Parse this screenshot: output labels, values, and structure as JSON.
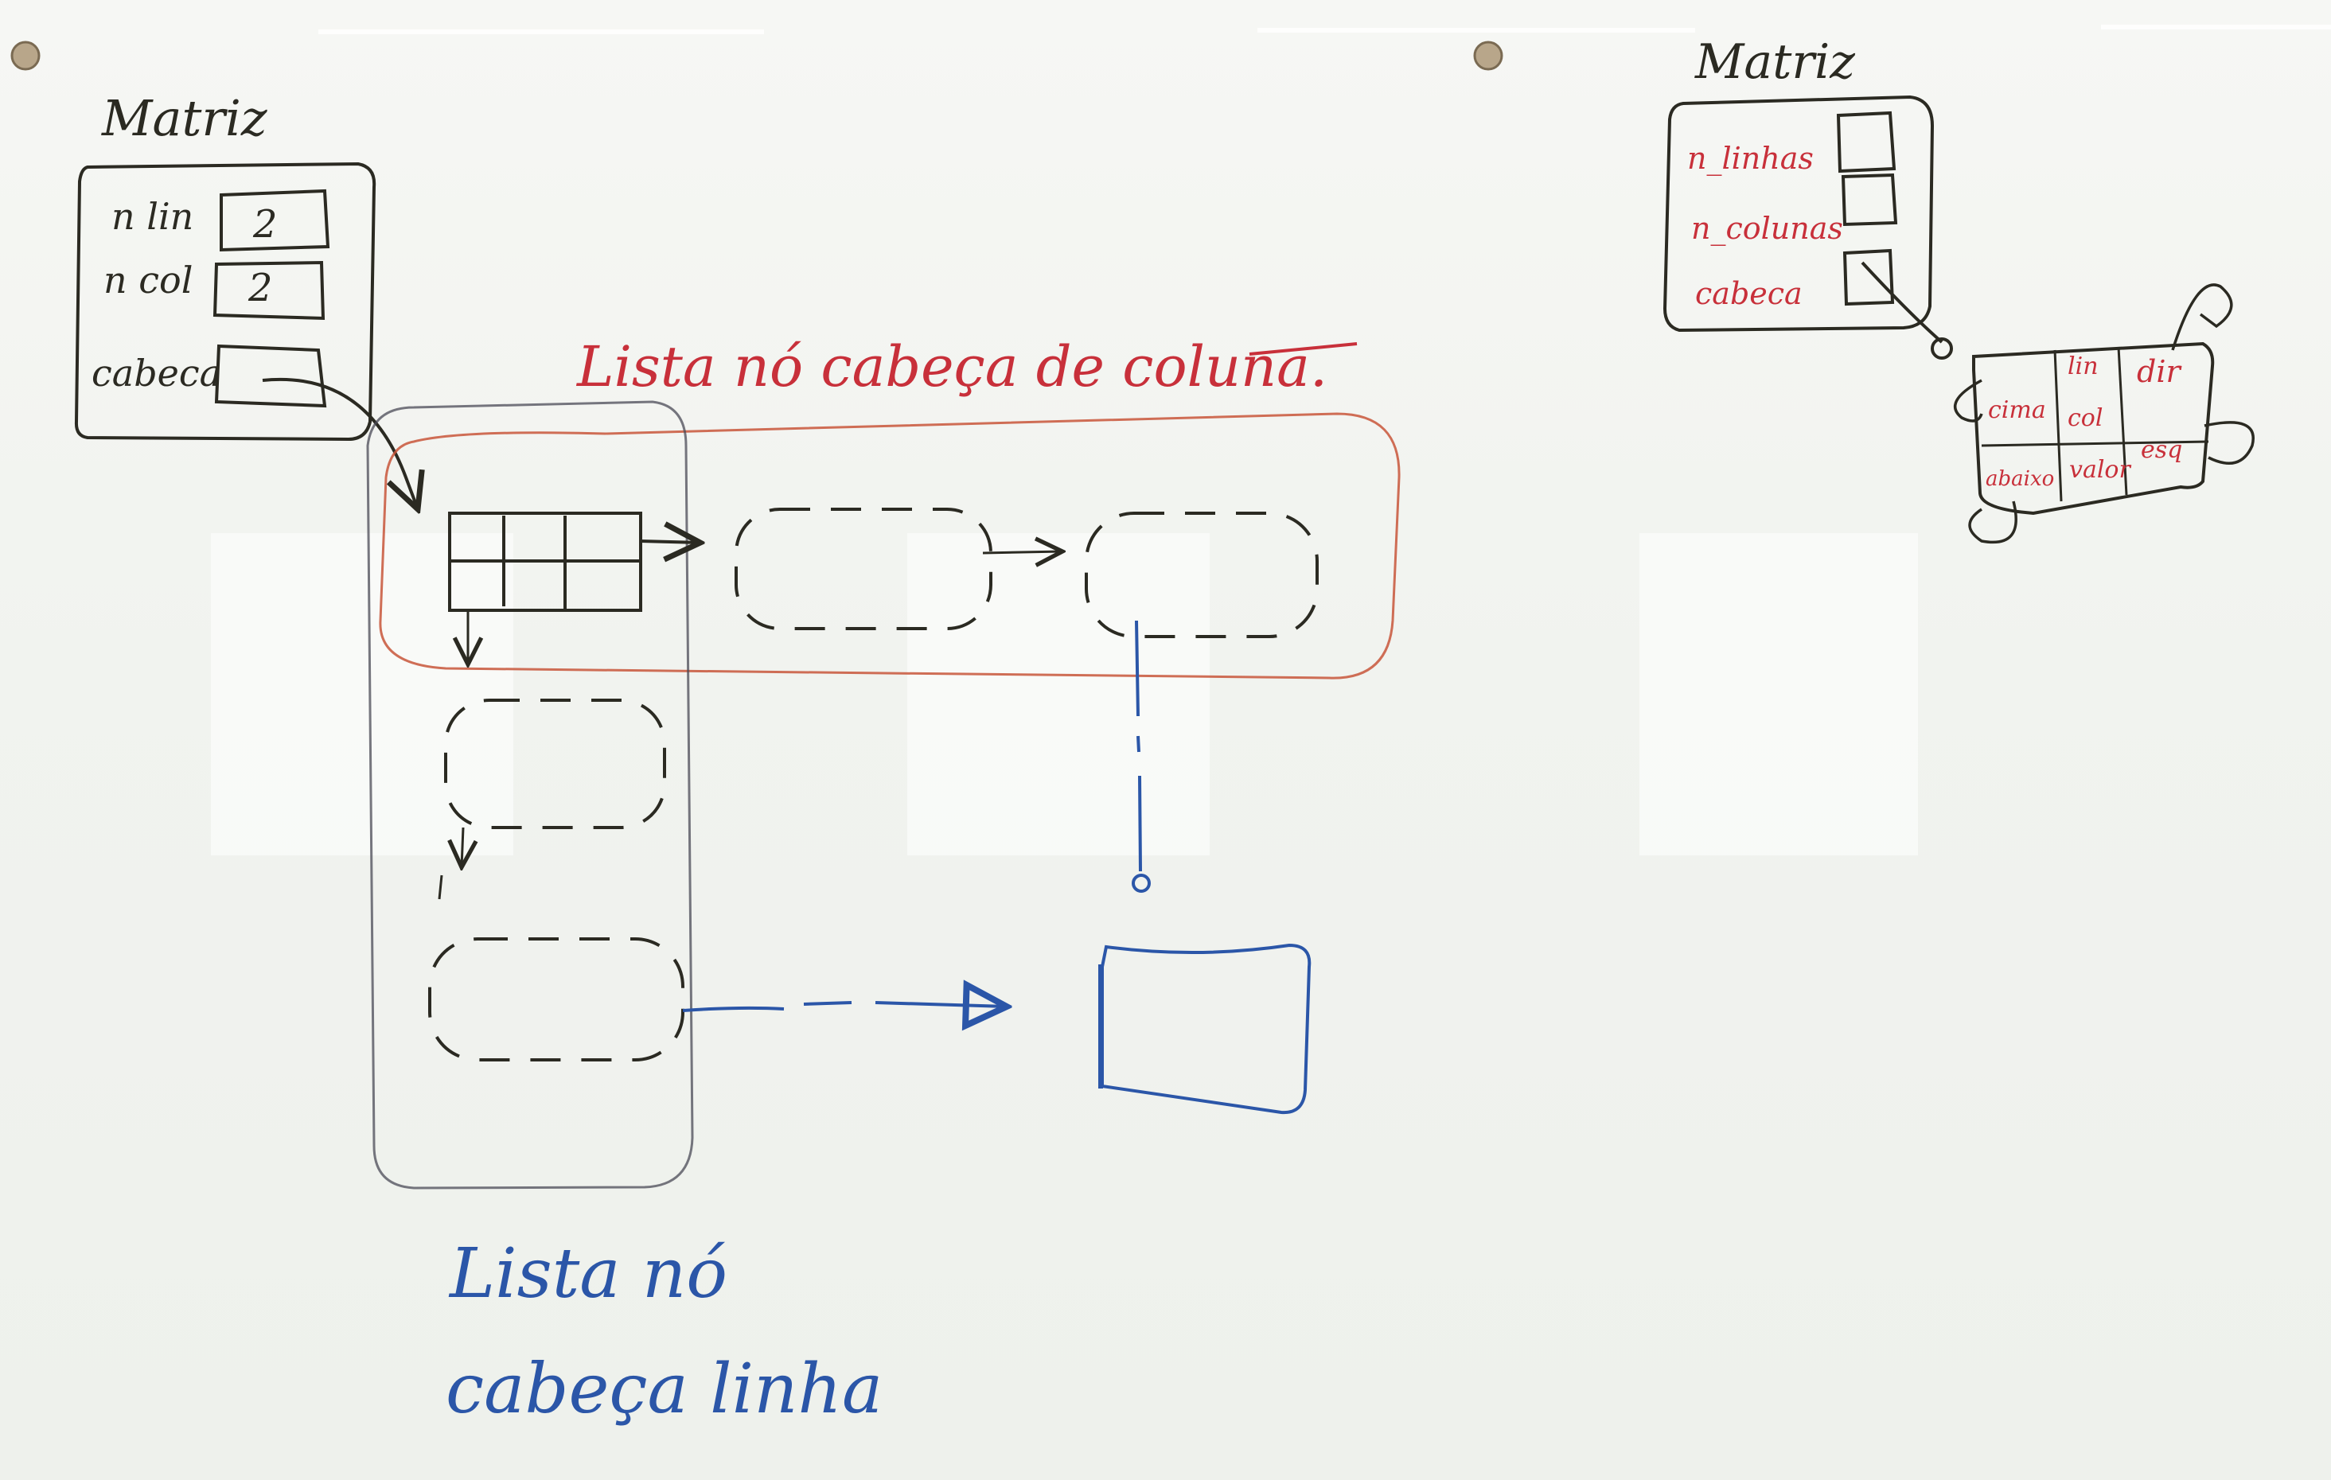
{
  "left_struct": {
    "title": "Matriz",
    "fields": [
      {
        "label": "n lin",
        "value": "2"
      },
      {
        "label": "n col",
        "value": "2"
      },
      {
        "label": "cabeca",
        "value": ""
      }
    ]
  },
  "top_annotation": "Lista nó cabeça de coluna.",
  "bottom_annotation": {
    "line1": "Lista nó",
    "line2": "cabeça linha"
  },
  "right_struct": {
    "title": "Matriz",
    "fields": [
      {
        "label": "n_linhas"
      },
      {
        "label": "n_colunas"
      },
      {
        "label": "cabeca"
      }
    ]
  },
  "node": {
    "cells": [
      "cima",
      "lin",
      "dir",
      "col",
      "abaixo",
      "valor",
      "esq"
    ]
  },
  "colors": {
    "black": "#2b2a22",
    "red": "#c8303a",
    "blue": "#2b56a8",
    "orange": "#c8553a"
  }
}
